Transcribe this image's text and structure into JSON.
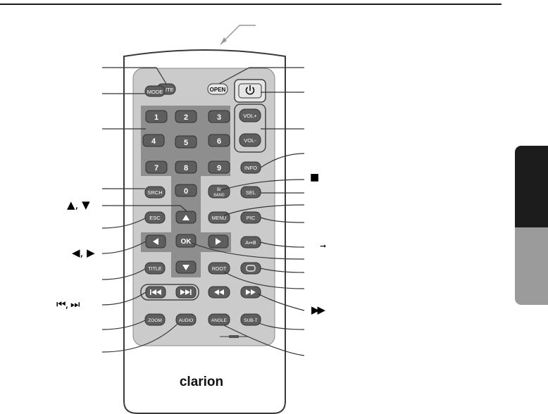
{
  "remote": {
    "brand": "clarion",
    "buttons": {
      "mute": "MUTE",
      "open": "OPEN",
      "mode": "MODE",
      "vol_up": "VOL+",
      "vol_down": "VOL-",
      "num_1": "1",
      "num_2": "2",
      "num_3": "3",
      "num_4": "4",
      "num_5": "5",
      "num_6": "6",
      "num_7": "7",
      "num_8": "8",
      "num_9": "9",
      "num_0": "0",
      "info": "INFO",
      "srch": "SRCH",
      "band_top": "B/",
      "band_bottom": "BAND",
      "sel": "SEL",
      "esc": "ESC",
      "menu": "MENU",
      "pic": "PIC",
      "ab": "A↔B",
      "ok": "OK",
      "title": "TITLE",
      "root": "ROOT",
      "zoom": "ZOOM",
      "audio": "AUDIO",
      "angle": "ANGLE",
      "sub_t": "SUB-T"
    }
  },
  "callout_symbols": {
    "up_down": "▲, ▼",
    "left_right": "◀, ▶",
    "prev_next": "⏮, ⏭",
    "stop": "■",
    "arrow_small": "➞",
    "fast_forward": "▶▶"
  },
  "colors": {
    "body_outline": "#3a3a3a",
    "panel": "#cbcbcb",
    "dark_panel": "#8e8e8e",
    "button_dark": "#5e5e5e",
    "button_light": "#e6e6e6",
    "tab_dark": "#1c1c1c",
    "tab_light": "#9b9b9b"
  }
}
